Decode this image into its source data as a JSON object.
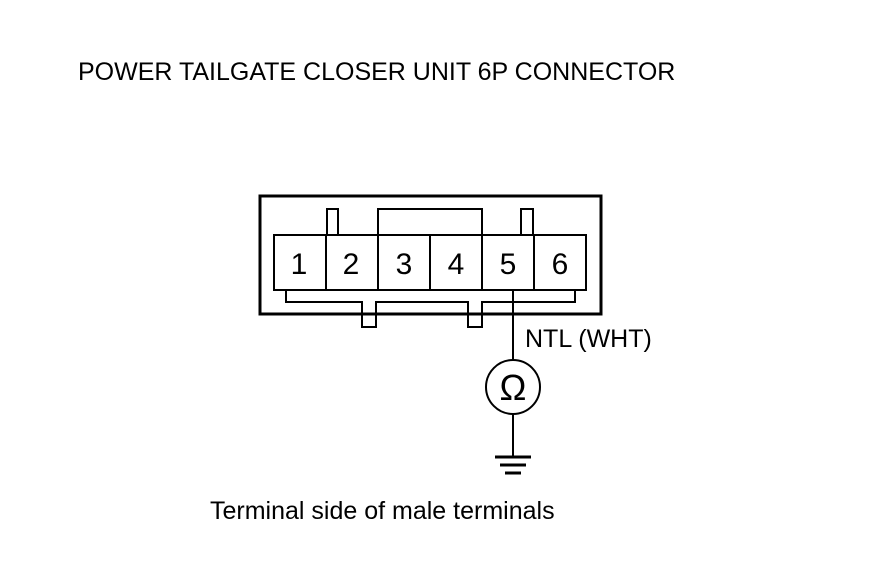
{
  "title": "POWER TAILGATE CLOSER UNIT 6P CONNECTOR",
  "connector": {
    "pins": [
      "1",
      "2",
      "3",
      "4",
      "5",
      "6"
    ]
  },
  "wire": {
    "label": "NTL (WHT)",
    "pin": "5"
  },
  "meter": {
    "symbol": "Ω",
    "icon": "ohmmeter-icon"
  },
  "ground": {
    "icon": "ground-icon"
  },
  "caption": "Terminal side of male terminals"
}
